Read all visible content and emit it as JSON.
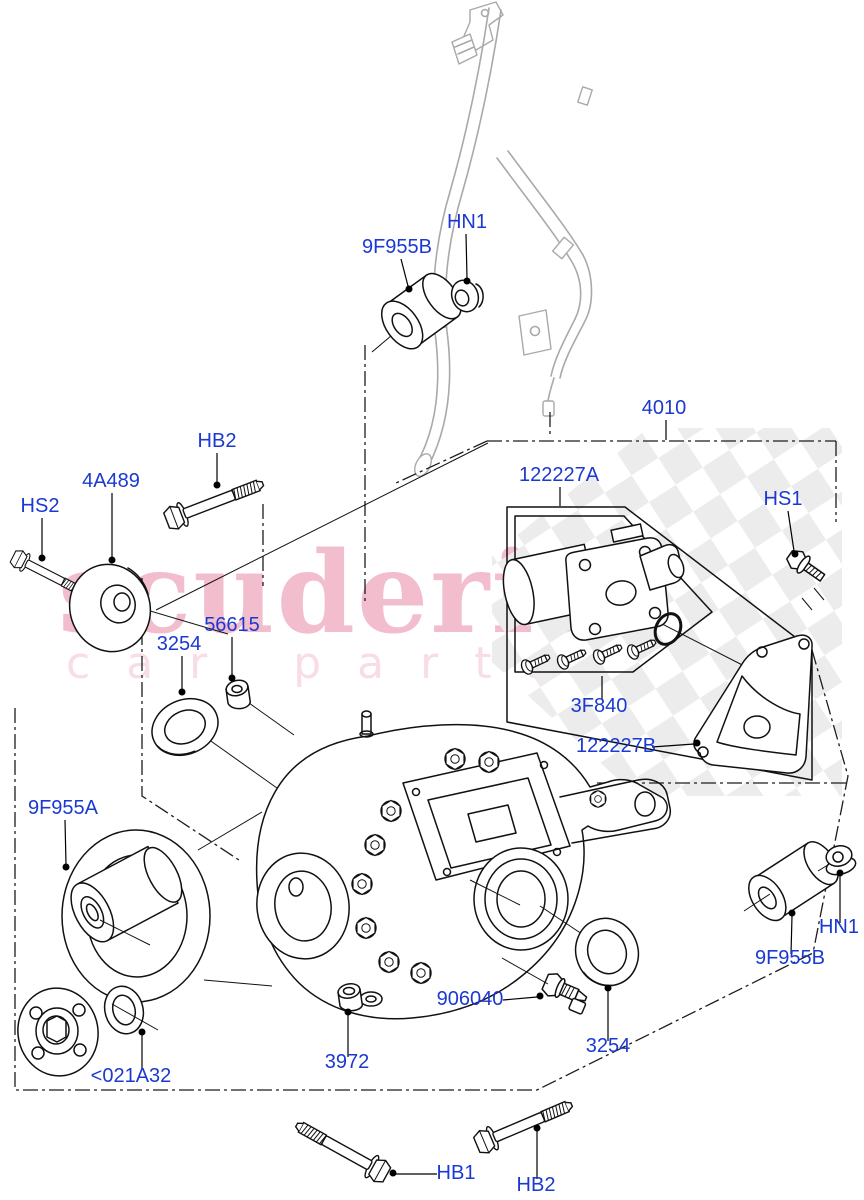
{
  "diagram": {
    "kind": "exploded-parts-diagram",
    "subject": "rear axle differential assembly"
  },
  "watermark": {
    "line1": "scuderia",
    "line2": "car parts"
  },
  "colors": {
    "label_blue": "#1b39d0",
    "watermark_primary": "#f2becd",
    "watermark_secondary": "#f8dde6",
    "checker_gray": "#ececec",
    "line_black": "#111111",
    "pipe_gray": "#a9a9a9",
    "background": "#ffffff"
  },
  "labels": [
    {
      "id": "9F955B-top",
      "text": "9F955B"
    },
    {
      "id": "HN1-top",
      "text": "HN1"
    },
    {
      "id": "4010",
      "text": "4010"
    },
    {
      "id": "122227A",
      "text": "122227A"
    },
    {
      "id": "HS1",
      "text": "HS1"
    },
    {
      "id": "HB2-top",
      "text": "HB2"
    },
    {
      "id": "4A489",
      "text": "4A489"
    },
    {
      "id": "HS2",
      "text": "HS2"
    },
    {
      "id": "56615",
      "text": "56615"
    },
    {
      "id": "3254-upper",
      "text": "3254"
    },
    {
      "id": "3F840",
      "text": "3F840"
    },
    {
      "id": "122227B",
      "text": "122227B"
    },
    {
      "id": "9F955A",
      "text": "9F955A"
    },
    {
      "id": "9F955B-right",
      "text": "9F955B"
    },
    {
      "id": "HN1-right",
      "text": "HN1"
    },
    {
      "id": "021A32",
      "text": "<021A32"
    },
    {
      "id": "3972",
      "text": "3972"
    },
    {
      "id": "906040",
      "text": "906040"
    },
    {
      "id": "3254-lower",
      "text": "3254"
    },
    {
      "id": "HB1",
      "text": "HB1"
    },
    {
      "id": "HB2-bottom",
      "text": "HB2"
    }
  ]
}
